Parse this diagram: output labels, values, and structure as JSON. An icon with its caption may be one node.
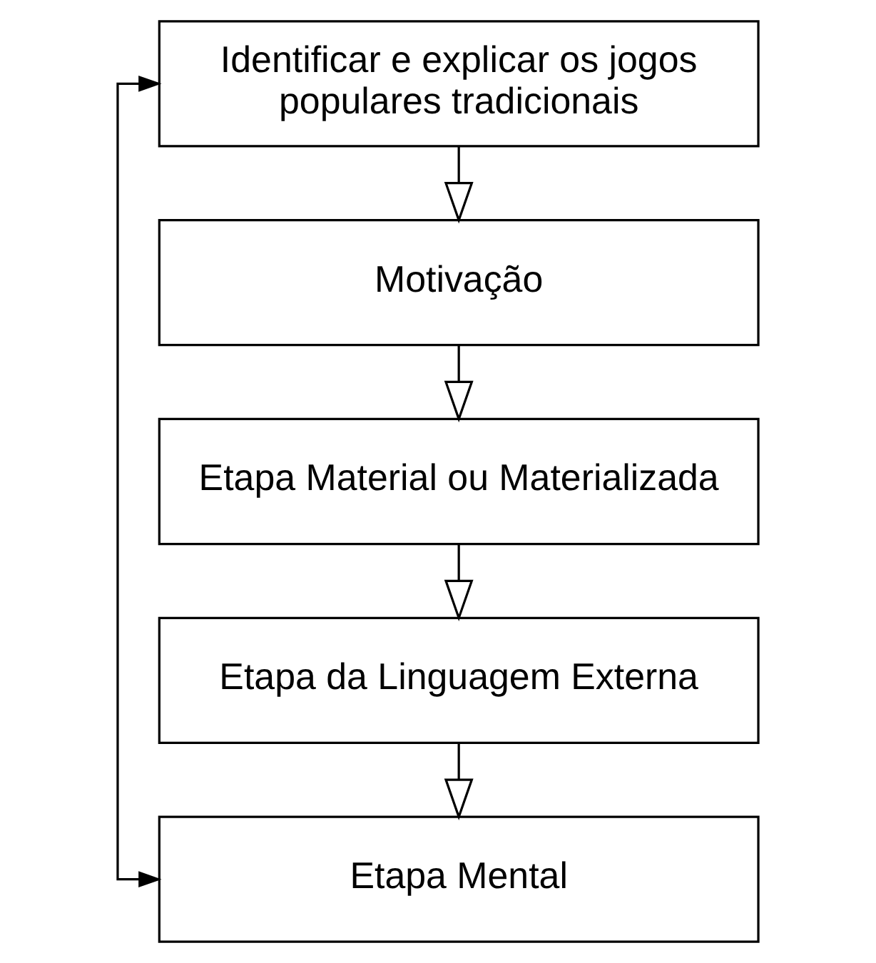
{
  "diagram": {
    "nodes": [
      {
        "text": [
          "Identificar e explicar os jogos populares tradicionais"
        ]
      },
      {
        "text": [
          "Motivação"
        ]
      },
      {
        "text": [
          "Etapa Material ou Materializada"
        ]
      },
      {
        "text": [
          "Etapa da Linguagem Externa"
        ]
      },
      {
        "text": [
          "Etapa Mental"
        ]
      }
    ],
    "edges": [
      {
        "from": 0,
        "to": 1,
        "arrow": "to"
      },
      {
        "from": 1,
        "to": 2,
        "arrow": "to"
      },
      {
        "from": 2,
        "to": 3,
        "arrow": "to"
      },
      {
        "from": 3,
        "to": 4,
        "arrow": "to"
      },
      {
        "from": 4,
        "to": 0,
        "arrow": "both"
      }
    ]
  }
}
